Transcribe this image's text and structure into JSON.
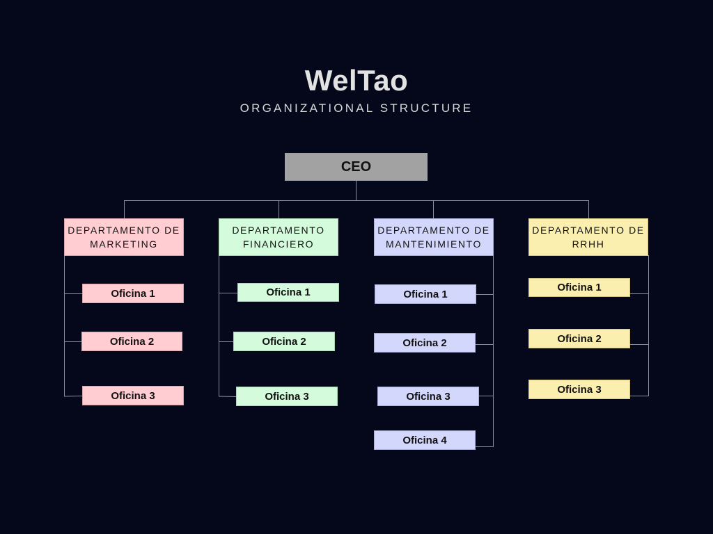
{
  "header": {
    "title": "WelTao",
    "subtitle": "ORGANIZATIONAL STRUCTURE"
  },
  "ceo": {
    "label": "CEO"
  },
  "departments": [
    {
      "label": "DEPARTAMENTO DE MARKETING",
      "color": "#ffcdd2",
      "offices": [
        "Oficina 1",
        "Oficina 2",
        "Oficina 3"
      ]
    },
    {
      "label": "DEPARTAMENTO FINANCIERO",
      "color": "#d4fcdc",
      "offices": [
        "Oficina 1",
        "Oficina 2",
        "Oficina 3"
      ]
    },
    {
      "label": "DEPARTAMENTO DE MANTENIMIENTO",
      "color": "#d4d7fc",
      "offices": [
        "Oficina 1",
        "Oficina 2",
        "Oficina 3",
        "Oficina 4"
      ]
    },
    {
      "label": "DEPARTAMENTO DE RRHH",
      "color": "#fbefaf",
      "offices": [
        "Oficina 1",
        "Oficina 2",
        "Oficina 3"
      ]
    }
  ],
  "colors": {
    "background": "#05081a",
    "connector": "#8a8f9e",
    "ceo_box": "#a2a2a2"
  }
}
